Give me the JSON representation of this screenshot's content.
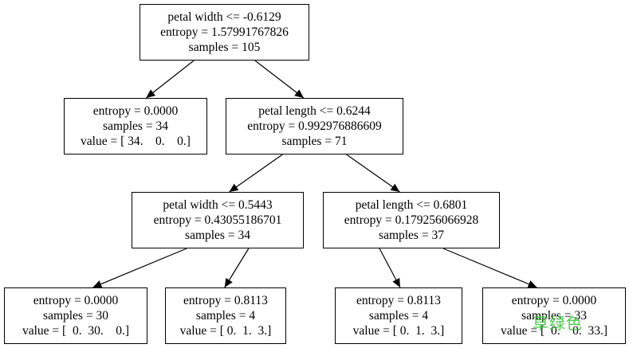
{
  "tree": {
    "nodes": [
      {
        "id": "n0",
        "lines": [
          "petal width <= -0.6129",
          "entropy = 1.57991767826",
          "samples = 105"
        ]
      },
      {
        "id": "n1",
        "lines": [
          "entropy = 0.0000",
          "samples = 34",
          "value = [ 34.    0.    0.]"
        ]
      },
      {
        "id": "n2",
        "lines": [
          "petal length <= 0.6244",
          "entropy = 0.992976886609",
          "samples = 71"
        ]
      },
      {
        "id": "n3",
        "lines": [
          "petal width <= 0.5443",
          "entropy = 0.43055186701",
          "samples = 34"
        ]
      },
      {
        "id": "n4",
        "lines": [
          "petal length <= 0.6801",
          "entropy = 0.179256066928",
          "samples = 37"
        ]
      },
      {
        "id": "n5",
        "lines": [
          "entropy = 0.0000",
          "samples = 30",
          "value = [  0.  30.    0.]"
        ]
      },
      {
        "id": "n6",
        "lines": [
          "entropy = 0.8113",
          "samples = 4",
          "value = [ 0.  1.  3.]"
        ]
      },
      {
        "id": "n7",
        "lines": [
          "entropy = 0.8113",
          "samples = 4",
          "value = [ 0.  1.  3.]"
        ]
      },
      {
        "id": "n8",
        "lines": [
          "entropy = 0.0000",
          "samples = 33",
          "value = [  0.    0.  33.]"
        ]
      }
    ],
    "edges": [
      {
        "from": "n0",
        "to": "n1"
      },
      {
        "from": "n0",
        "to": "n2"
      },
      {
        "from": "n2",
        "to": "n3"
      },
      {
        "from": "n2",
        "to": "n4"
      },
      {
        "from": "n3",
        "to": "n5"
      },
      {
        "from": "n3",
        "to": "n6"
      },
      {
        "from": "n4",
        "to": "n7"
      },
      {
        "from": "n4",
        "to": "n8"
      }
    ]
  },
  "watermark": "草绿色"
}
